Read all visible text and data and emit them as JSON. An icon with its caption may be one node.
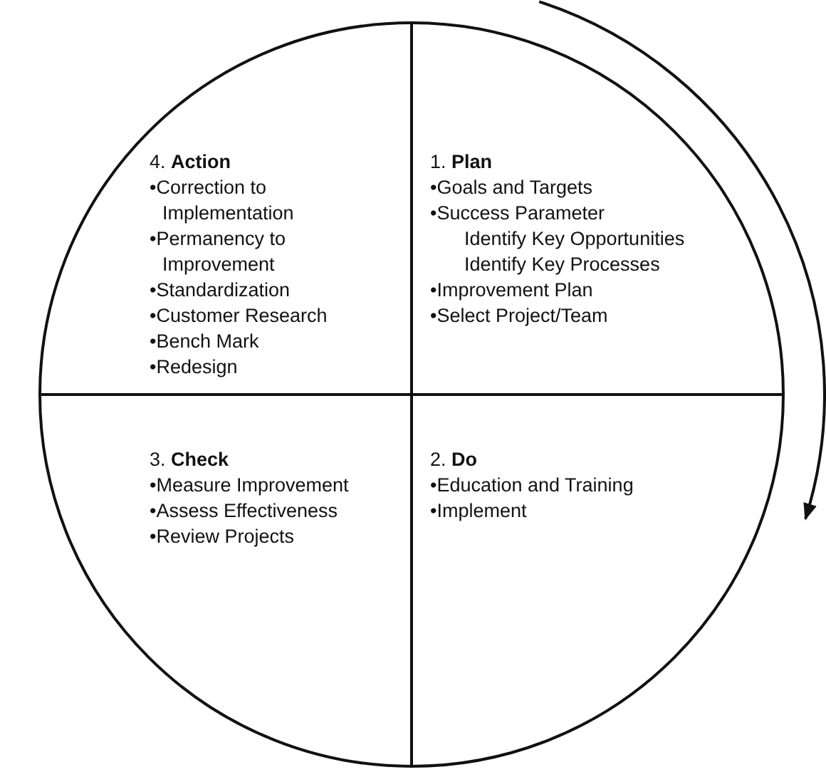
{
  "diagram": {
    "nodes": [
      {
        "text": [],
        "shape": "circle"
      },
      {
        "text": [
          "4. **Action**",
          "•Correction to Implementation",
          "•Permanency to Improvement",
          "•Standardization",
          "•Customer Research",
          "•Bench Mark",
          "•Redesign"
        ],
        "in": 0
      },
      {
        "text": [
          "1. **Plan**",
          "•Goals and Targets",
          "•Success Parameter",
          "Identify Key Opportunities",
          "Identify Key Processes",
          "•Improvement Plan",
          "•Select Project/Team"
        ],
        "in": 0
      },
      {
        "text": [
          "3. **Check**",
          "•Measure Improvement",
          "•Assess Effectiveness",
          "•Review Projects"
        ],
        "in": 0
      },
      {
        "text": [
          "2. **Do**",
          "•Education and Training",
          "•Implement"
        ],
        "in": 0
      }
    ]
  }
}
